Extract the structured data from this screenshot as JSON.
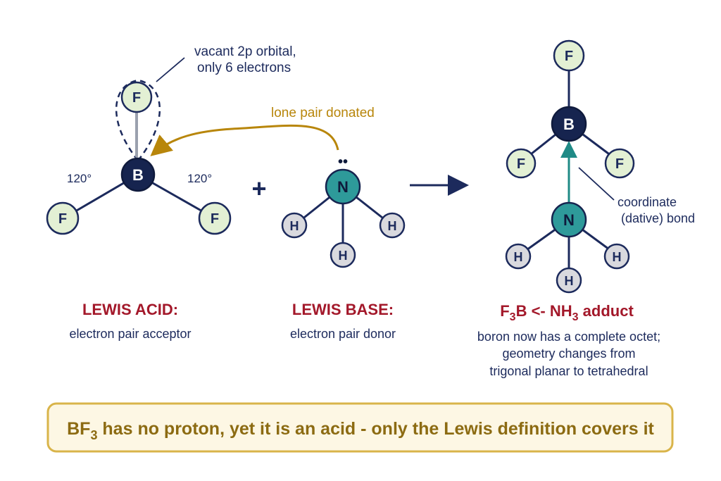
{
  "colors": {
    "navy": "#1c2a5c",
    "boron": "#16244f",
    "nitrogen": "#2e9a9a",
    "fluorine": "#e3f0d4",
    "hydrogen": "#d9d9de",
    "heading_red": "#a3182a",
    "lone_pair_arrow": "#b8860b",
    "dative_arrow": "#1f8a86",
    "callout_fill": "#fdf7e4",
    "callout_border": "#d9b44a"
  },
  "atoms": {
    "fluorine": "F",
    "boron": "B",
    "nitrogen": "N",
    "hydrogen": "H"
  },
  "bf3": {
    "orbital_note_line1": "vacant 2p orbital,",
    "orbital_note_line2": "only 6 electrons",
    "angle_left": "120°",
    "angle_right": "120°"
  },
  "plus_sign": "+",
  "nh3": {
    "lone_pair_label": "lone pair donated",
    "lone_pair_dots": "••"
  },
  "adduct": {
    "bond_label_line1": "coordinate",
    "bond_label_line2": "(dative) bond"
  },
  "lewis_acid": {
    "heading": "LEWIS ACID:",
    "sub": "electron pair acceptor"
  },
  "lewis_base": {
    "heading": "LEWIS BASE:",
    "sub": "electron pair donor"
  },
  "adduct_caption": {
    "heading_f": "F",
    "heading_sub1": "3",
    "heading_mid": "B <- NH",
    "heading_sub2": "3",
    "heading_end": " adduct",
    "line1": "boron now has a complete octet;",
    "line2": "geometry changes from",
    "line3": "trigonal planar to tetrahedral"
  },
  "callout": {
    "part1": "BF",
    "sub": "3",
    "part2": " has no proton, yet it is an acid - only the Lewis definition covers it"
  }
}
